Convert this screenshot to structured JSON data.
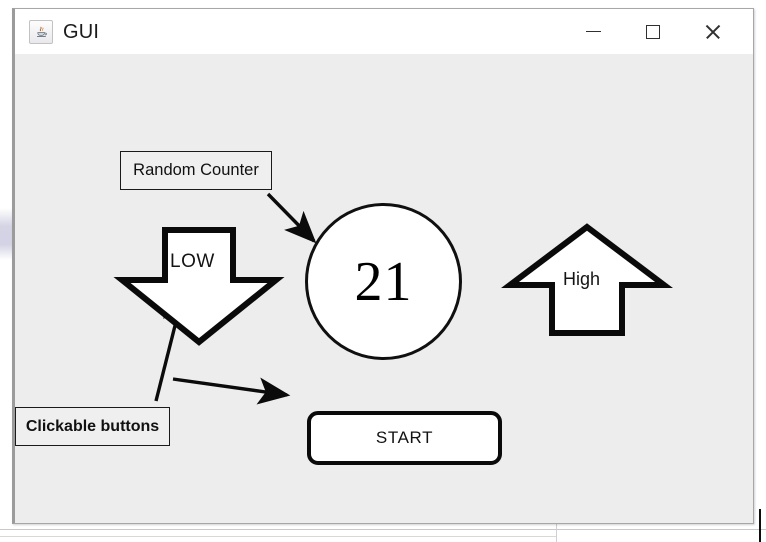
{
  "window": {
    "title": "GUI",
    "app_icon": "java-coffee-cup-icon",
    "background_color": "#ededed",
    "titlebar_color": "#ffffff",
    "controls": [
      {
        "name": "minimize",
        "glyph": "—"
      },
      {
        "name": "maximize",
        "glyph": "□"
      },
      {
        "name": "close",
        "glyph": "✕"
      }
    ]
  },
  "canvas": {
    "annotations": [
      {
        "id": "random-counter",
        "label": "Random Counter"
      },
      {
        "id": "clickable-buttons",
        "label": "Clickable buttons"
      }
    ],
    "counter": {
      "label": "Random Counter",
      "value": "21",
      "shape": "circle",
      "outline_color": "#101010",
      "fill_color": "#ffffff"
    },
    "buttons": [
      {
        "id": "low-button",
        "label": "LOW",
        "shape": "down-arrow",
        "outline_color": "#0a0a0a",
        "fill_color": "#ffffff"
      },
      {
        "id": "high-button",
        "label": "High",
        "shape": "up-arrow",
        "outline_color": "#0a0a0a",
        "fill_color": "#ffffff"
      },
      {
        "id": "start-button",
        "label": "START",
        "shape": "rounded-rectangle",
        "outline_color": "#0a0a0a",
        "fill_color": "#ffffff"
      }
    ],
    "connectors": [
      {
        "id": "counter-pointer",
        "from": "random-counter",
        "to": "counter-circle"
      },
      {
        "id": "low-pointer",
        "from": "clickable-buttons",
        "to": "low-button"
      },
      {
        "id": "start-pointer",
        "from": "clickable-buttons",
        "to": "start-button"
      }
    ]
  }
}
